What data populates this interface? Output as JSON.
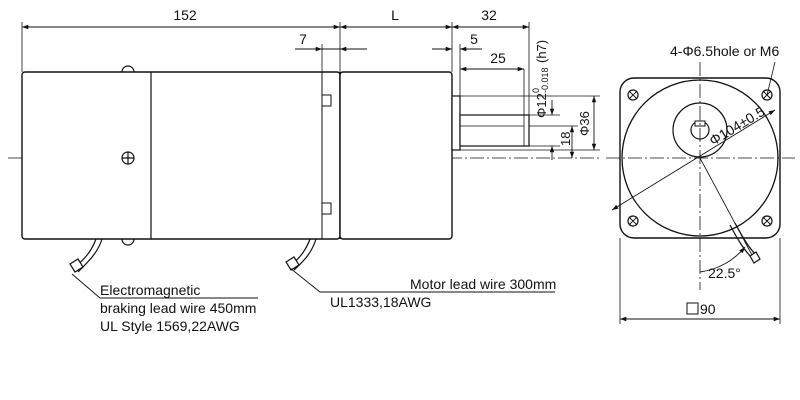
{
  "diagram": {
    "title": "Geared motor with electromagnetic brake - outline dimensions",
    "dimensions": {
      "total_length": "152",
      "gearhead_length": "L",
      "shaft_extension": "32",
      "flange_thickness": "7",
      "key_offset": "5",
      "key_length": "25",
      "shaft_diameter_main": "Φ12",
      "shaft_tolerance_top": "0",
      "shaft_tolerance_bottom": "-0.018",
      "shaft_fit": "(h7)",
      "boss_diameter": "Φ36",
      "shaft_height": "18",
      "pitch_circle": "Φ104±0.5",
      "mounting_holes": "4-Φ6.5hole or M6",
      "square_size": "90",
      "angle": "22.5°"
    },
    "labels": {
      "brake_lead_line1": "Electromagnetic",
      "brake_lead_line2": "braking lead wire 450mm",
      "brake_lead_line3": "UL Style 1569,22AWG",
      "motor_lead_line1": "Motor lead wire 300mm",
      "motor_lead_line2": "UL1333,18AWG"
    }
  }
}
